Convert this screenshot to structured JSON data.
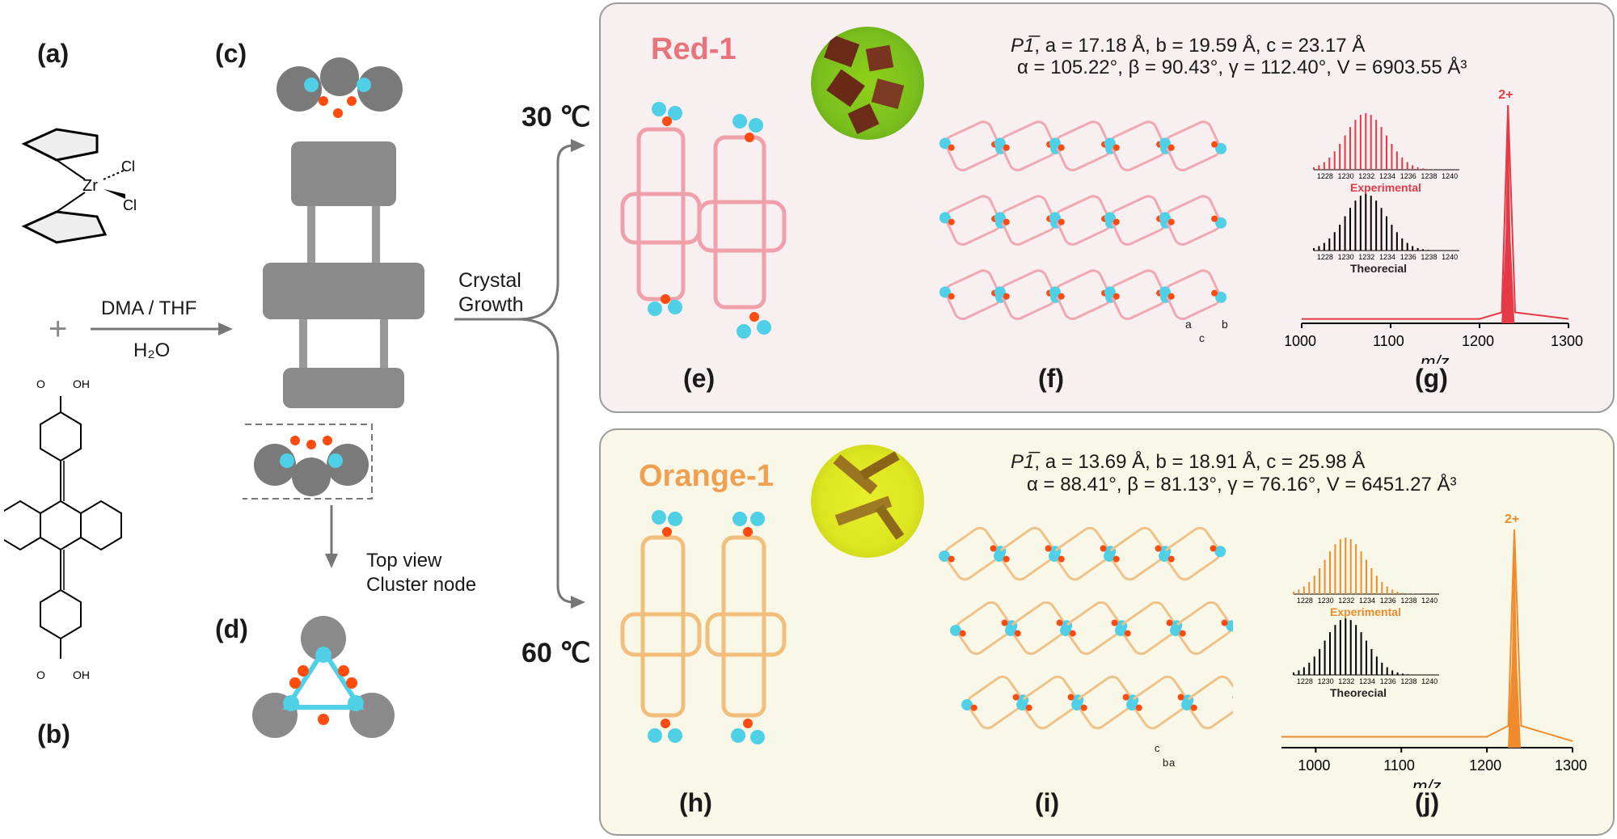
{
  "panels": {
    "a": "(a)",
    "b": "(b)",
    "c": "(c)",
    "d": "(d)",
    "e": "(e)",
    "f": "(f)",
    "g": "(g)",
    "h": "(h)",
    "i": "(i)",
    "j": "(j)"
  },
  "reaction": {
    "reagent_a_labels": [
      "Zr",
      "Cl",
      "Cl"
    ],
    "plus": "+",
    "conditions_top": "DMA / THF",
    "conditions_bottom": "H₂O",
    "ligand_labels": [
      "OH",
      "O",
      "OH",
      "O"
    ],
    "crystal_growth": [
      "Crystal",
      "Growth"
    ],
    "top_view": [
      "Top view",
      "Cluster node"
    ]
  },
  "temperatures": {
    "low": "30 ℃",
    "high": "60 ℃"
  },
  "red": {
    "name": "Red-1",
    "name_color": "#e8737a",
    "bg": "#f7eff0",
    "space_group": "P1̅",
    "cell_line1": ", a = 17.18 Å,  b = 19.59 Å, c = 23.17 Å",
    "cell_line2": "α = 105.22°, β = 90.43°, γ = 112.40°, V = 6903.55 Å³",
    "axis_labels": [
      "a",
      "b",
      "c"
    ]
  },
  "orange": {
    "name": "Orange-1",
    "name_color": "#f0a050",
    "bg": "#f9f8e8",
    "space_group": "P1̅",
    "cell_line1": ", a = 13.69 Å,  b = 18.91 Å, c = 25.98 Å",
    "cell_line2": "α = 88.41°, β = 81.13°, γ = 76.16°, V = 6451.27 Å³",
    "axis_labels": [
      "c",
      "b",
      "a"
    ]
  },
  "chart_data": [
    {
      "type": "line",
      "panel": "(g)",
      "xlabel": "m/z",
      "xlim": [
        1000,
        1300
      ],
      "x_ticks": [
        1000,
        1100,
        1200,
        1300
      ],
      "peak_label": "2+",
      "series": [
        {
          "x": [
            1000,
            1100,
            1200,
            1225,
            1232,
            1240,
            1300
          ],
          "values": [
            0.02,
            0.02,
            0.02,
            0.05,
            1.0,
            0.05,
            0.02
          ]
        }
      ],
      "inset_top": {
        "label": "Experimental",
        "x_ticks": [
          1228,
          1230,
          1232,
          1234,
          1236,
          1238,
          1240
        ],
        "color": "#e53945"
      },
      "inset_bottom": {
        "label": "Theorecial",
        "x_ticks": [
          1228,
          1230,
          1232,
          1234,
          1236,
          1238,
          1240
        ],
        "color": "#000000"
      },
      "color": "#e53945"
    },
    {
      "type": "line",
      "panel": "(j)",
      "xlabel": "m/z",
      "xlim": [
        960,
        1300
      ],
      "x_ticks": [
        1000,
        1100,
        1200,
        1300
      ],
      "peak_label": "2+",
      "series": [
        {
          "x": [
            960,
            1100,
            1200,
            1225,
            1232,
            1240,
            1300
          ],
          "values": [
            0.05,
            0.05,
            0.05,
            0.1,
            1.0,
            0.1,
            0.03
          ]
        }
      ],
      "inset_top": {
        "label": "Experimental",
        "x_ticks": [
          1228,
          1230,
          1232,
          1234,
          1236,
          1238,
          1240
        ],
        "color": "#f08a2a"
      },
      "inset_bottom": {
        "label": "Theorecial",
        "x_ticks": [
          1228,
          1230,
          1232,
          1234,
          1236,
          1238,
          1240
        ],
        "color": "#000000"
      },
      "color": "#f08a2a"
    }
  ]
}
